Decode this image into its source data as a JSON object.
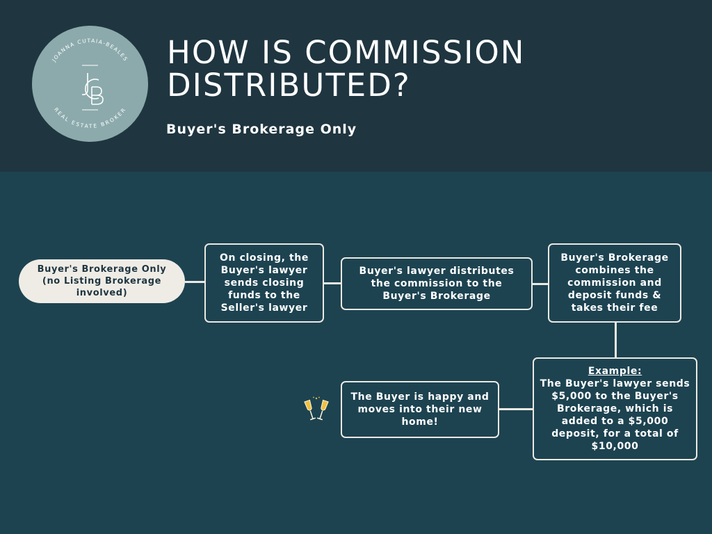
{
  "header": {
    "title_line1": "HOW IS COMMISSION",
    "title_line2": "DISTRIBUTED?",
    "subtitle": "Buyer's Brokerage Only"
  },
  "logo": {
    "ring_text": "JOANNA CUTAIA-BEALES",
    "bottom_text": "REAL ESTATE BROKER",
    "monogram": "JCB"
  },
  "steps": {
    "start": "Buyer's Brokerage Only (no Listing Brokerage involved)",
    "closing": "On closing, the Buyer's lawyer sends closing funds to the Seller's lawyer",
    "distribute": "Buyer's lawyer distributes the commission to the Buyer's Brokerage",
    "combine": "Buyer's Brokerage combines the commission and deposit funds & takes their fee",
    "example_label": "Example:",
    "example_text": "The Buyer's lawyer sends $5,000 to the Buyer's Brokerage, which is added to a $5,000 deposit, for a total of $10,000",
    "happy": "The Buyer is happy and moves into their new home!"
  },
  "icons": {
    "celebration": "champagne-toast-icon"
  },
  "colors": {
    "header_bg": "#1f3540",
    "body_bg": "#1d4351",
    "logo_circle": "#8caaac",
    "box_border": "#ece9e2",
    "pill_bg": "#efece6",
    "champagne": "#f1c040"
  }
}
